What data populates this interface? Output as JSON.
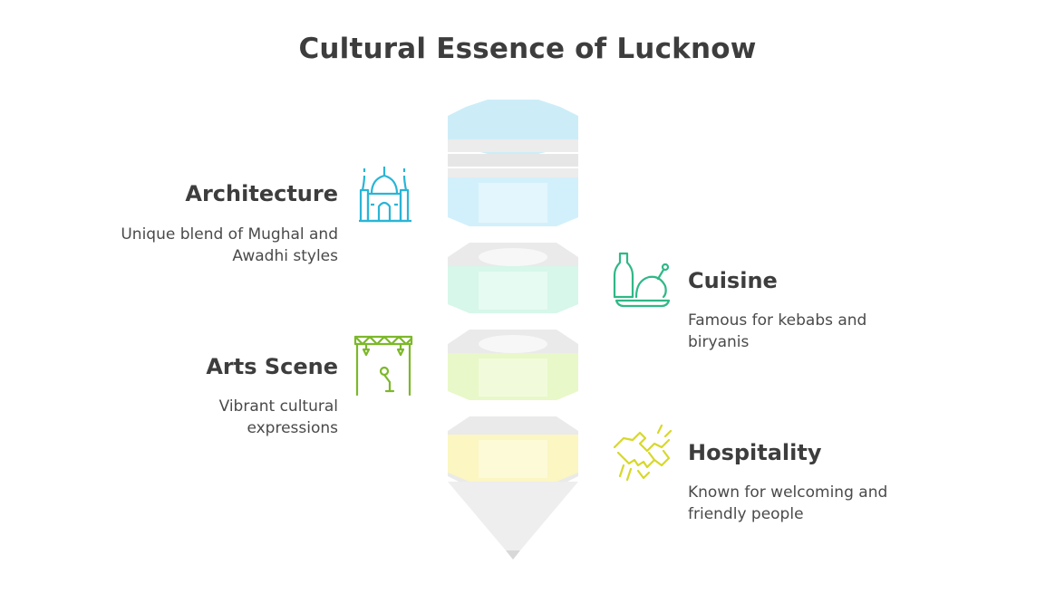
{
  "title": "Cultural Essence of Lucknow",
  "colors": {
    "architecture": "#29b5d6",
    "cuisine": "#2fb886",
    "arts": "#7cb82a",
    "hospitality": "#d7d82a",
    "text": "#3d3d3d"
  },
  "items": [
    {
      "heading": "Architecture",
      "description": "Unique blend of Mughal and Awadhi styles",
      "icon": "mosque-icon"
    },
    {
      "heading": "Cuisine",
      "description": "Famous for kebabs and biryanis",
      "icon": "food-plate-icon"
    },
    {
      "heading": "Arts Scene",
      "description": "Vibrant cultural expressions",
      "icon": "stage-microphone-icon"
    },
    {
      "heading": "Hospitality",
      "description": "Known for welcoming and friendly people",
      "icon": "handshake-icon"
    }
  ]
}
